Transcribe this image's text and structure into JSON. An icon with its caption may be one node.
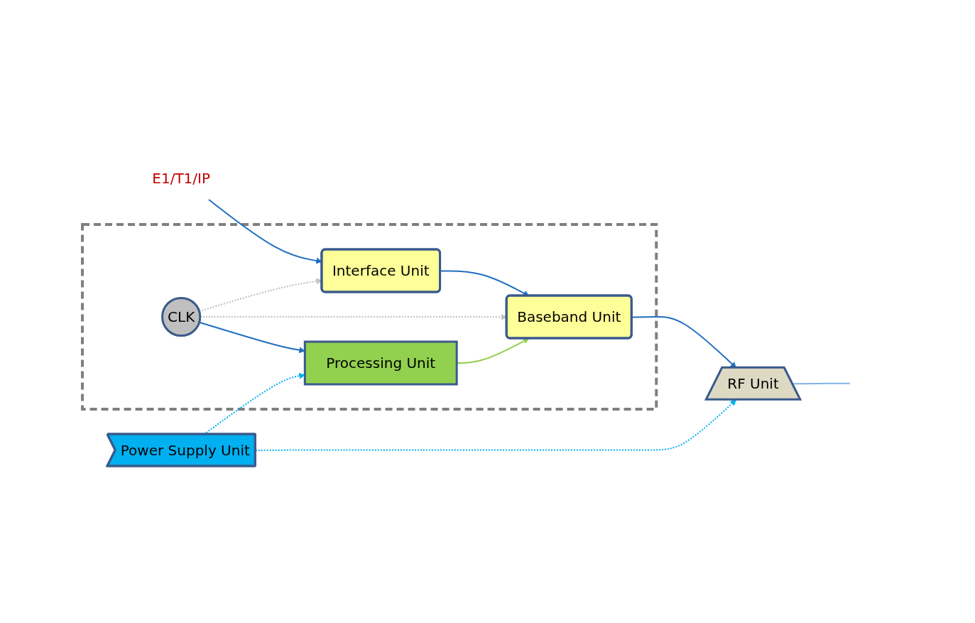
{
  "diagram": {
    "nodes": [
      {
        "text": [],
        "shape": "box"
      },
      {
        "text": [
          "E1/T1/IP"
        ]
      },
      {
        "text": [
          "Interface Unit"
        ],
        "in": 0
      },
      {
        "text": [
          "Baseband Unit"
        ],
        "in": 0
      },
      {
        "text": [
          "Processing Unit"
        ],
        "in": 0
      },
      {
        "text": [
          "CLK"
        ],
        "in": 0
      },
      {
        "text": [
          "RF Unit"
        ]
      },
      {
        "text": [
          "Power Supply Unit"
        ]
      }
    ],
    "edges": [
      {
        "from": 1,
        "to": 2,
        "arrow": "to"
      },
      {
        "from": 2,
        "to": 3,
        "arrow": "to"
      },
      {
        "from": 3,
        "to": 6,
        "arrow": "to"
      },
      {
        "from": 6,
        "to": null,
        "arrow": "none",
        "color": "#7fb2e5"
      },
      {
        "from": 5,
        "to": 2,
        "arrow": "to",
        "style": "dashed",
        "color": "#bfbfbf"
      },
      {
        "from": 5,
        "to": 3,
        "arrow": "to",
        "style": "dashed",
        "color": "#bfbfbf"
      },
      {
        "from": 4,
        "to": 3,
        "arrow": "to",
        "color": "#92d050"
      },
      {
        "from": 5,
        "to": 4,
        "arrow": "to"
      },
      {
        "from": 7,
        "to": 4,
        "arrow": "to",
        "style": "dashed",
        "color": "#00b0f0"
      },
      {
        "from": 7,
        "to": 6,
        "arrow": "to",
        "style": "dashed",
        "color": "#00b0f0"
      }
    ]
  }
}
